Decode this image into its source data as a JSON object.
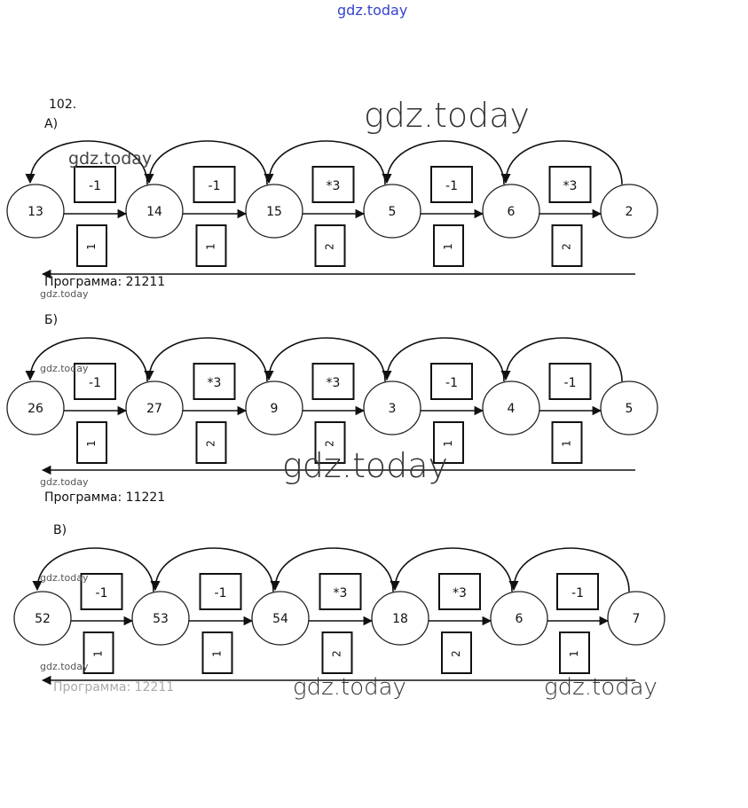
{
  "watermark": "gdz.today",
  "task_number": "102.",
  "sections": [
    {
      "label": "А)",
      "nodes": [
        "13",
        "14",
        "15",
        "5",
        "6",
        "2"
      ],
      "ops": [
        "-1",
        "-1",
        "*3",
        "-1",
        "*3"
      ],
      "commands": [
        "1",
        "1",
        "2",
        "1",
        "2"
      ],
      "program": "Программа: 21211"
    },
    {
      "label": "Б)",
      "nodes": [
        "26",
        "27",
        "9",
        "3",
        "4",
        "5"
      ],
      "ops": [
        "-1",
        "*3",
        "*3",
        "-1",
        "-1"
      ],
      "commands": [
        "1",
        "2",
        "2",
        "1",
        "1"
      ],
      "program": "Программа: 11221"
    },
    {
      "label": "В)",
      "nodes": [
        "52",
        "53",
        "54",
        "18",
        "6",
        "7"
      ],
      "ops": [
        "-1",
        "-1",
        "*3",
        "*3",
        "-1"
      ],
      "commands": [
        "1",
        "1",
        "2",
        "2",
        "1"
      ],
      "program": "Программа: 12211"
    }
  ]
}
